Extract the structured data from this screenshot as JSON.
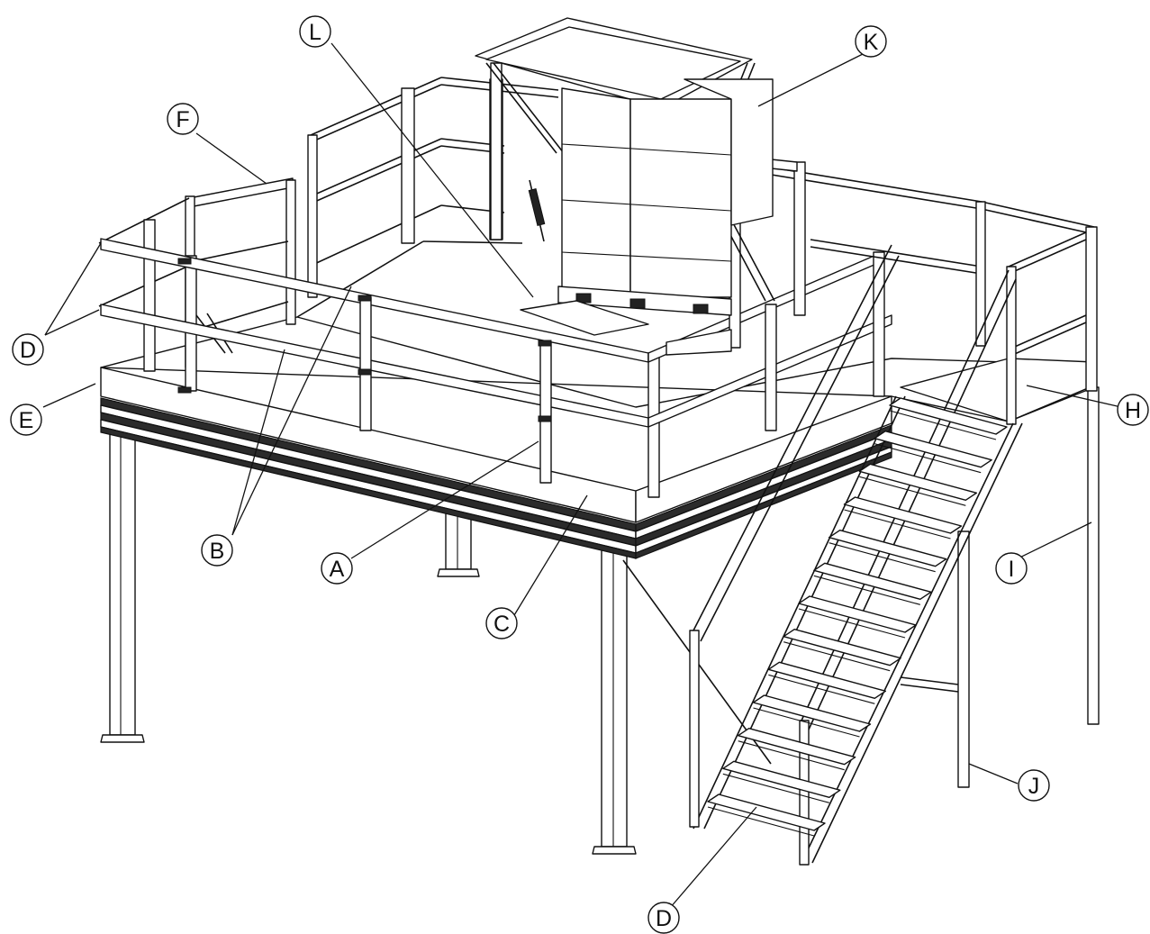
{
  "callouts": {
    "A": "A",
    "B": "B",
    "C": "C",
    "D_left": "D",
    "D_bottom": "D",
    "E": "E",
    "F": "F",
    "H": "H",
    "I": "I",
    "J": "J",
    "K": "K",
    "L": "L"
  }
}
